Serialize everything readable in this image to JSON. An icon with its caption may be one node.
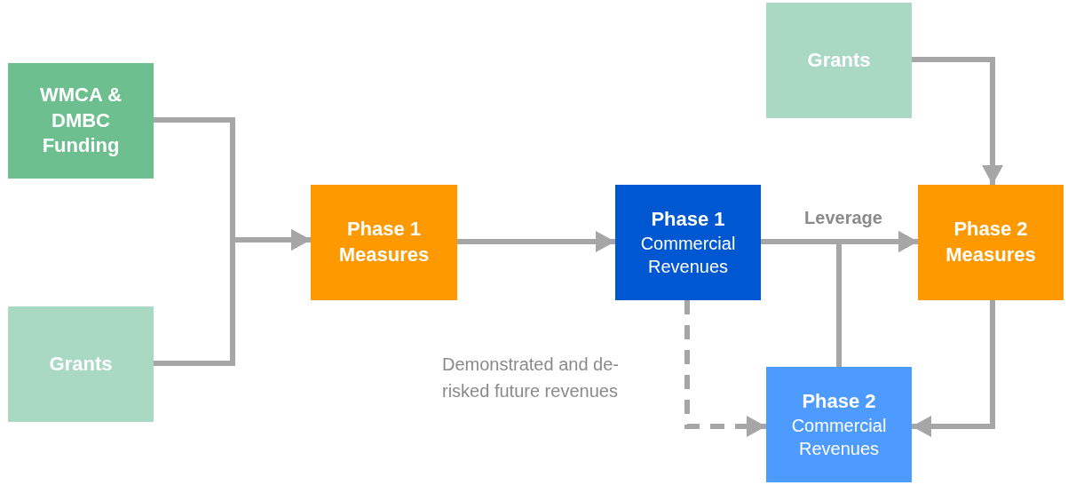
{
  "diagram": {
    "nodes": [
      {
        "text": [
          "WMCA & DMBC Funding"
        ]
      },
      {
        "text": [
          "Grants"
        ]
      },
      {
        "text": [
          "Phase 1 Measures"
        ]
      },
      {
        "text": [
          "Phase 1",
          "Commercial Revenues"
        ]
      },
      {
        "text": [
          "Grants"
        ]
      },
      {
        "text": [
          "Phase 2 Measures"
        ]
      },
      {
        "text": [
          "Phase 2",
          "Commercial Revenues"
        ]
      }
    ],
    "edges": [
      {
        "from": 0,
        "to": 2,
        "arrow": "to"
      },
      {
        "from": 1,
        "to": 2,
        "arrow": "to"
      },
      {
        "from": 2,
        "to": 3,
        "arrow": "to"
      },
      {
        "from": 3,
        "to": 5,
        "arrow": "to",
        "label": "Leverage"
      },
      {
        "from": 6,
        "to": 5,
        "arrow": "to"
      },
      {
        "from": 4,
        "to": 5,
        "arrow": "to"
      },
      {
        "from": 5,
        "to": 6,
        "arrow": "to"
      },
      {
        "from": 3,
        "to": 6,
        "arrow": "to",
        "style": "dashed",
        "label": "Demonstrated and de-risked future revenues"
      }
    ]
  }
}
